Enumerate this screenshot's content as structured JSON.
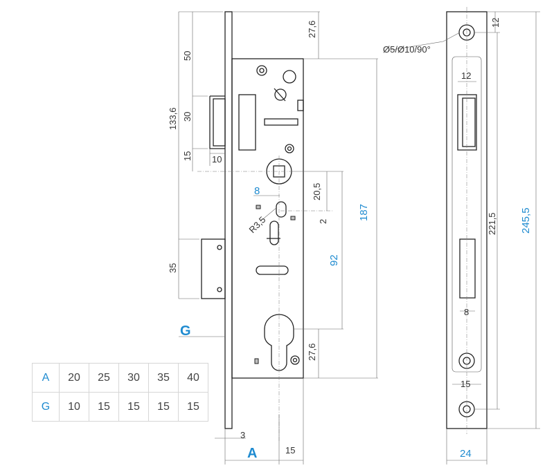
{
  "dimensions": {
    "d27_6_top": "27,6",
    "d50": "50",
    "d133_6": "133,6",
    "d30": "30",
    "d15_left": "15",
    "d10": "10",
    "d35": "35",
    "d8_spindle": "8",
    "d20_5": "20,5",
    "dR3_5": "R3,5",
    "d2": "2",
    "d92": "92",
    "d187": "187",
    "d27_6_bottom": "27,6",
    "d3": "3",
    "d15_bottom": "15",
    "d12_top": "12",
    "d_hole": "Ø5/Ø10/90°",
    "d12_slot": "12",
    "d221_5": "221,5",
    "d245_5": "245,5",
    "d8_slot": "8",
    "d15_plate": "15",
    "d24": "24"
  },
  "labels": {
    "A": "A",
    "G": "G"
  },
  "table": {
    "header_A": "A",
    "header_G": "G",
    "A_values": [
      "20",
      "25",
      "30",
      "35",
      "40"
    ],
    "G_values": [
      "10",
      "15",
      "15",
      "15",
      "15"
    ]
  },
  "colors": {
    "accent": "#1f8bd0",
    "line": "#222222"
  }
}
